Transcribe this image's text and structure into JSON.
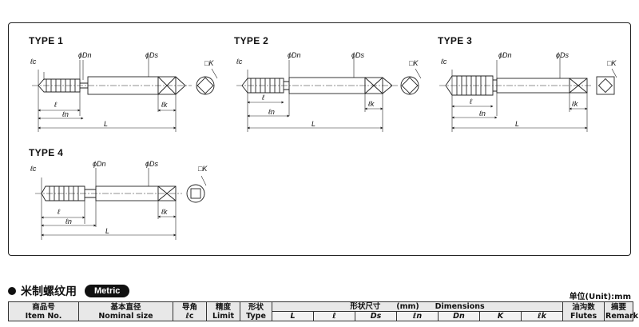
{
  "types": [
    {
      "label": "TYPE 1"
    },
    {
      "label": "TYPE 2"
    },
    {
      "label": "TYPE 3"
    },
    {
      "label": "TYPE 4"
    }
  ],
  "dims": {
    "lc": "ℓc",
    "phi_dn": "ϕDn",
    "phi_ds": "ϕDs",
    "k_sq": "□K",
    "l": "ℓ",
    "ln": "ℓn",
    "L": "L",
    "lk": "ℓk"
  },
  "section": {
    "title_cn": "米制螺纹用",
    "badge": "Metric",
    "unit": "单位(Unit):mm"
  },
  "table": {
    "item_cn": "商品号",
    "item_en": "Item No.",
    "nominal_cn": "基本直径",
    "nominal_en": "Nominal size",
    "chamfer_cn": "导角",
    "chamfer_en": "ℓc",
    "limit_cn": "精度",
    "limit_en": "Limit",
    "type_cn": "形状",
    "type_en": "Type",
    "dim_cn": "形状尺寸",
    "dim_unit": "(mm)",
    "dim_en": "Dimensions",
    "sub": [
      "L",
      "ℓ",
      "Ds",
      "ℓn",
      "Dn",
      "K",
      "ℓk"
    ],
    "flutes_cn": "油沟数",
    "flutes_en": "Flutes",
    "remark_cn": "摘要",
    "remark_en": "Remark"
  }
}
